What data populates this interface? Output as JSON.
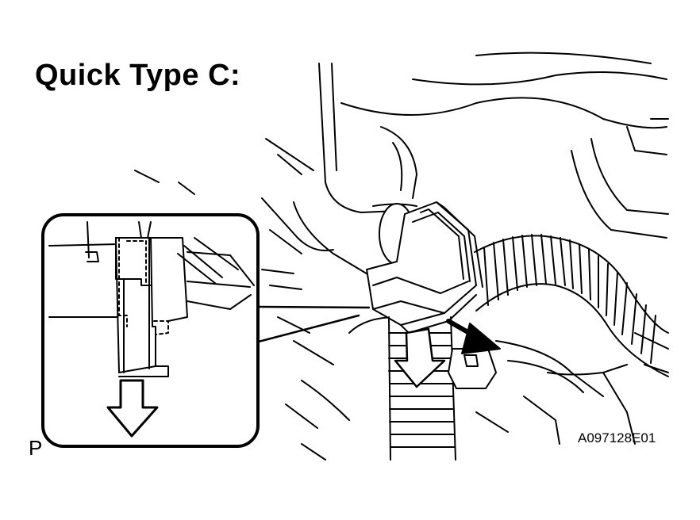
{
  "figure": {
    "title": "Quick Type C:",
    "corner_mark": "P",
    "figure_code": "A097128E01"
  },
  "colors": {
    "ink": "#000000",
    "paper": "#ffffff"
  }
}
